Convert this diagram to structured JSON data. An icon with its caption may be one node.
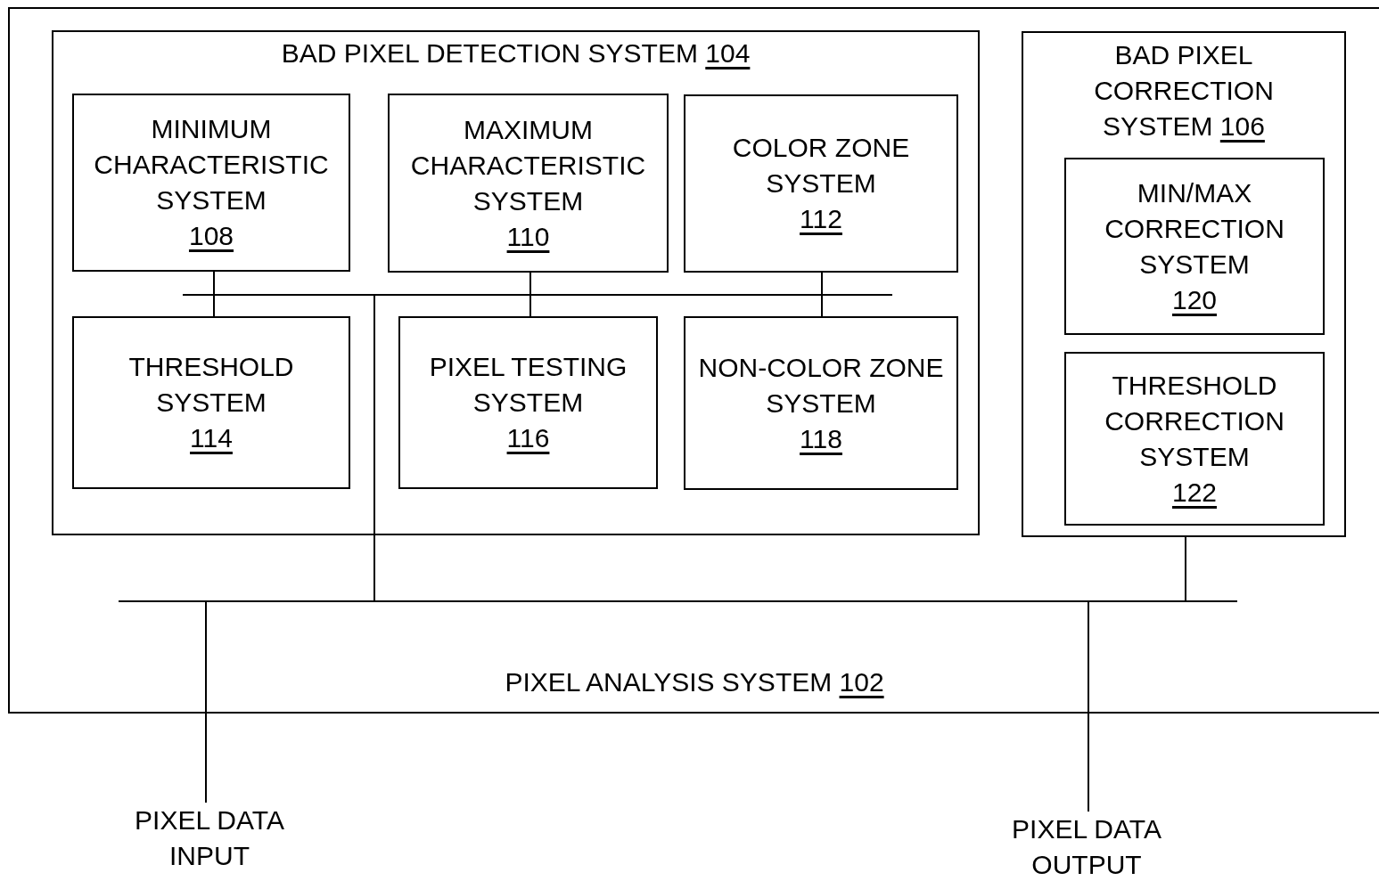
{
  "diagram": {
    "nodes": [
      {
        "text": [
          "PIXEL ANALYSIS SYSTEM",
          "102"
        ]
      },
      {
        "text": [
          "BAD PIXEL DETECTION SYSTEM",
          "104"
        ],
        "in": 0
      },
      {
        "text": [
          "MINIMUM CHARACTERISTIC SYSTEM",
          "108"
        ],
        "in": 1
      },
      {
        "text": [
          "MAXIMUM CHARACTERISTIC SYSTEM",
          "110"
        ],
        "in": 1
      },
      {
        "text": [
          "COLOR ZONE SYSTEM",
          "112"
        ],
        "in": 1
      },
      {
        "text": [
          "THRESHOLD SYSTEM",
          "114"
        ],
        "in": 1
      },
      {
        "text": [
          "PIXEL TESTING SYSTEM",
          "116"
        ],
        "in": 1
      },
      {
        "text": [
          "NON-COLOR ZONE SYSTEM",
          "118"
        ],
        "in": 1
      },
      {
        "text": [],
        "shape": "bar",
        "in": 1
      },
      {
        "text": [
          "BAD PIXEL CORRECTION SYSTEM",
          "106"
        ],
        "in": 0
      },
      {
        "text": [
          "MIN/MAX CORRECTION SYSTEM",
          "120"
        ],
        "in": 9
      },
      {
        "text": [
          "THRESHOLD CORRECTION SYSTEM",
          "122"
        ],
        "in": 9
      },
      {
        "text": [],
        "shape": "bar",
        "in": 0
      },
      {
        "text": [
          "PIXEL DATA INPUT"
        ]
      },
      {
        "text": [
          "PIXEL DATA OUTPUT"
        ]
      }
    ],
    "edges": [
      {
        "from": 2,
        "to": 8,
        "arrow": "none"
      },
      {
        "from": 3,
        "to": 8,
        "arrow": "none"
      },
      {
        "from": 4,
        "to": 8,
        "arrow": "none"
      },
      {
        "from": 5,
        "to": 8,
        "arrow": "none"
      },
      {
        "from": 6,
        "to": 8,
        "arrow": "none"
      },
      {
        "from": 7,
        "to": 8,
        "arrow": "none"
      },
      {
        "from": 8,
        "to": 12,
        "arrow": "none"
      },
      {
        "from": 9,
        "to": 12,
        "arrow": "none"
      },
      {
        "from": 13,
        "to": 12,
        "arrow": "none"
      },
      {
        "from": 14,
        "to": 12,
        "arrow": "none"
      }
    ]
  }
}
